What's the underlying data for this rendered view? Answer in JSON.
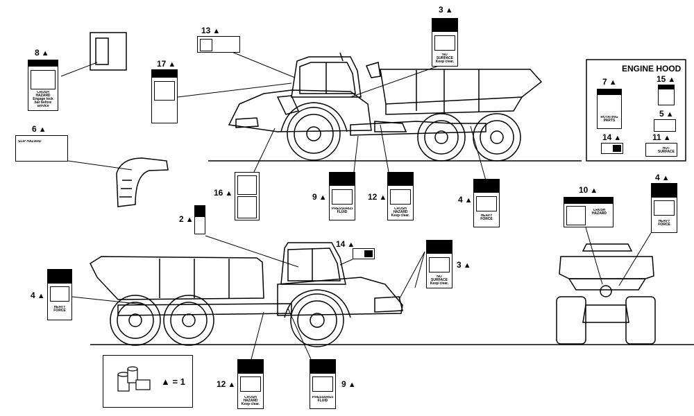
{
  "engine_hood": {
    "title": "ENGINE HOOD"
  },
  "legend": {
    "equation": "▲ = 1"
  },
  "callouts": {
    "c3_top": "3",
    "c13": "13",
    "c8": "8",
    "c17": "17",
    "c6": "6",
    "c16": "16",
    "c9_mid": "9",
    "c12_mid": "12",
    "c4_mid": "4",
    "c2": "2",
    "c14_mid": "14",
    "c3_low": "3",
    "c4_left": "4",
    "c12_low": "12",
    "c9_low": "9",
    "c7": "7",
    "c15": "15",
    "c5": "5",
    "c14_hood": "14",
    "c11": "11",
    "c10": "10",
    "c4_rear": "4"
  },
  "triangle": "▲",
  "decal_text": {
    "d3": "NO SURFACE Keep clear.",
    "d8": "CRUSH HAZARD Engage lock bar before service",
    "d6": "SLIP HAZARD",
    "d9": "PRESSURIZED FLUID",
    "d12": "CRUSH HAZARD Keep clear.",
    "d4": "HEAVY FORCE",
    "d10": "CRUSH HAZARD",
    "d11": "HOT SURFACE",
    "d7": "ROTATING PARTS"
  }
}
